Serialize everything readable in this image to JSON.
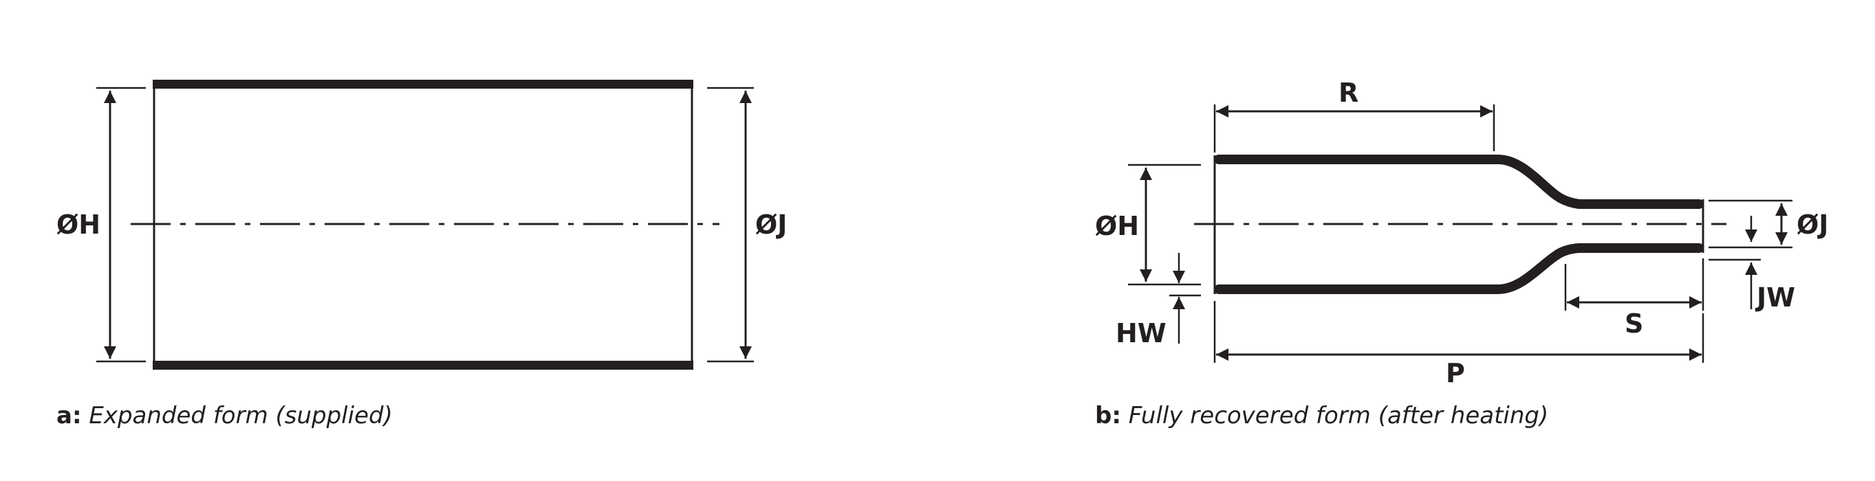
{
  "diagram_a": {
    "label_h": "ØH",
    "label_j": "ØJ",
    "caption_prefix": "a:",
    "caption_text": " Expanded form (supplied)"
  },
  "diagram_b": {
    "label_r": "R",
    "label_h": "ØH",
    "label_j": "ØJ",
    "label_hw": "HW",
    "label_jw": "JW",
    "label_s": "S",
    "label_p": "P",
    "caption_prefix": "b:",
    "caption_text": " Fully recovered form (after heating)"
  },
  "colors": {
    "ink": "#231f20"
  }
}
